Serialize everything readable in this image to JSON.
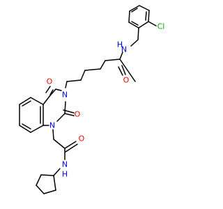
{
  "molecule": {
    "colors": {
      "bond": "#000000",
      "nitrogen": "#0000ff",
      "oxygen": "#ff0000",
      "chlorine": "#00b000",
      "hydrogen_on_nitrogen": "#0000ff",
      "background": "#ffffff"
    },
    "labels": {
      "cl": "Cl",
      "nh_top": "H",
      "n_top": "N",
      "o_amide": "O",
      "o_upper": "O",
      "n3": "N",
      "o_lower": "O",
      "n1": "N",
      "o_acetamide": "O",
      "n_lower": "N",
      "nh_lower": "H"
    }
  }
}
